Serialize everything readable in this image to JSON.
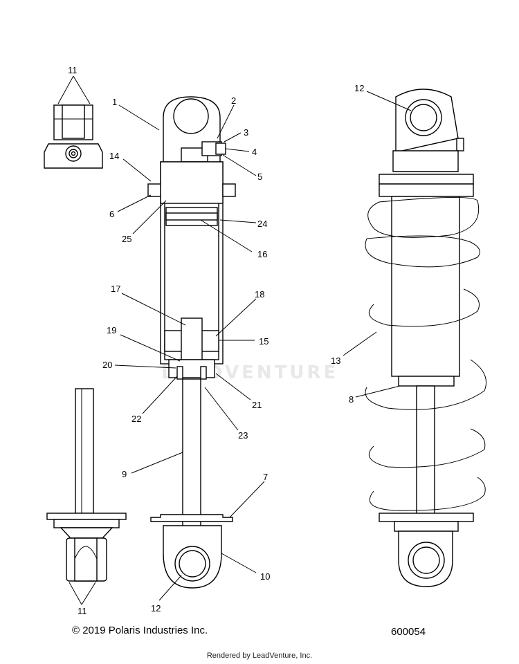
{
  "callouts": {
    "c1": "1",
    "c2": "2",
    "c3": "3",
    "c4": "4",
    "c5": "5",
    "c6": "6",
    "c7": "7",
    "c8": "8",
    "c9": "9",
    "c10": "10",
    "c11_top": "11",
    "c11_bottom": "11",
    "c12_right": "12",
    "c12_bottom": "12",
    "c13": "13",
    "c14": "14",
    "c15": "15",
    "c16": "16",
    "c17": "17",
    "c18": "18",
    "c19": "19",
    "c20": "20",
    "c21": "21",
    "c22": "22",
    "c23": "23",
    "c24": "24",
    "c25": "25"
  },
  "footer": {
    "copyright": "© 2019 Polaris Industries Inc.",
    "figure_id": "600054",
    "rendered_by": "Rendered by LeadVenture, Inc."
  },
  "watermark": {
    "text": "LEADVENTURE"
  },
  "colors": {
    "line": "#000000",
    "background": "#ffffff",
    "watermark": "#e8e8e8"
  }
}
